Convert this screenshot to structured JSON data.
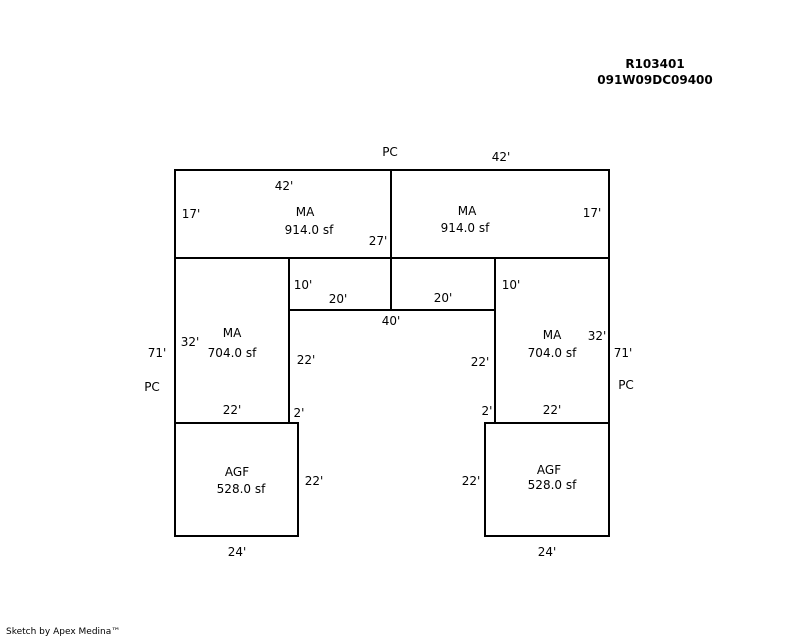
{
  "parcel": {
    "id": "R103401",
    "map_number": "091W09DC09400"
  },
  "labels": {
    "pc_top": "PC",
    "pc_left": "PC",
    "pc_right": "PC",
    "top_42_outer": "42'",
    "top_42_inner": "42'",
    "left_17": "17'",
    "right_17": "17'",
    "center_27": "27'",
    "left_10": "10'",
    "right_10": "10'",
    "left_20": "20'",
    "right_20": "20'",
    "center_40": "40'",
    "left_32": "32'",
    "right_32": "32'",
    "left_71": "71'",
    "right_71": "71'",
    "left_inner_22": "22'",
    "right_inner_22": "22'",
    "left_bottom_22": "22'",
    "right_bottom_22": "22'",
    "left_2": "2'",
    "right_2": "2'",
    "left_agf_22": "22'",
    "right_agf_22": "22'",
    "left_24": "24'",
    "right_24": "24'"
  },
  "areas": {
    "ma_top_left": {
      "code": "MA",
      "size": "914.0 sf"
    },
    "ma_top_right": {
      "code": "MA",
      "size": "914.0 sf"
    },
    "ma_mid_left": {
      "code": "MA",
      "size": "704.0 sf"
    },
    "ma_mid_right": {
      "code": "MA",
      "size": "704.0 sf"
    },
    "agf_left": {
      "code": "AGF",
      "size": "528.0 sf"
    },
    "agf_right": {
      "code": "AGF",
      "size": "528.0 sf"
    }
  },
  "footer": {
    "credit": "Sketch by Apex Medina™"
  }
}
